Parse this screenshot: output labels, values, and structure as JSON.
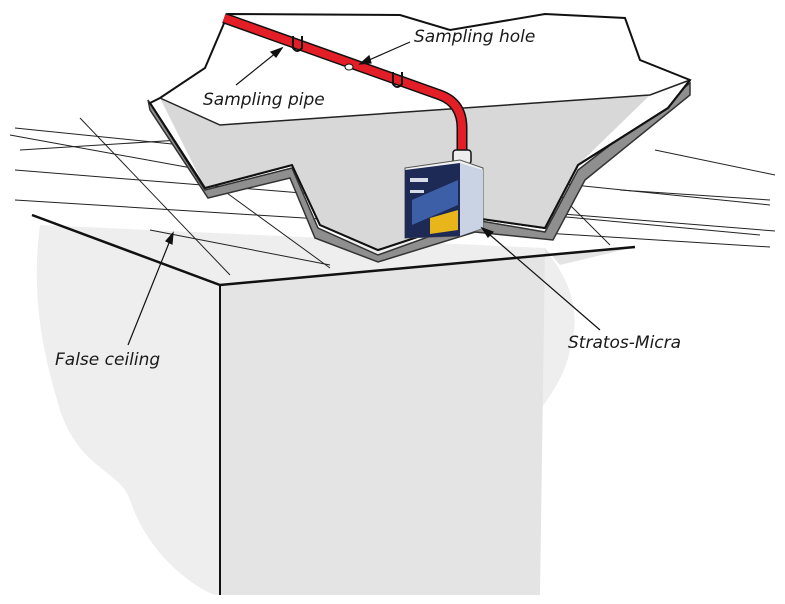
{
  "labels": {
    "sampling_hole": "Sampling hole",
    "sampling_pipe": "Sampling pipe",
    "false_ceiling": "False ceiling",
    "stratos_micra": "Stratos-Micra"
  },
  "colors": {
    "pipe": "#e41e26",
    "slab_top": "#ffffff",
    "slab_side": "#d4d4d4",
    "slab_edge": "#6e6e6e",
    "wall": "#e6e6e6",
    "background_shape": "#eeeeee",
    "grid": "#222222",
    "line": "#111111"
  },
  "icons": {
    "detector": "smoke-detector-icon",
    "pipe_clip": "pipe-clip-icon"
  }
}
